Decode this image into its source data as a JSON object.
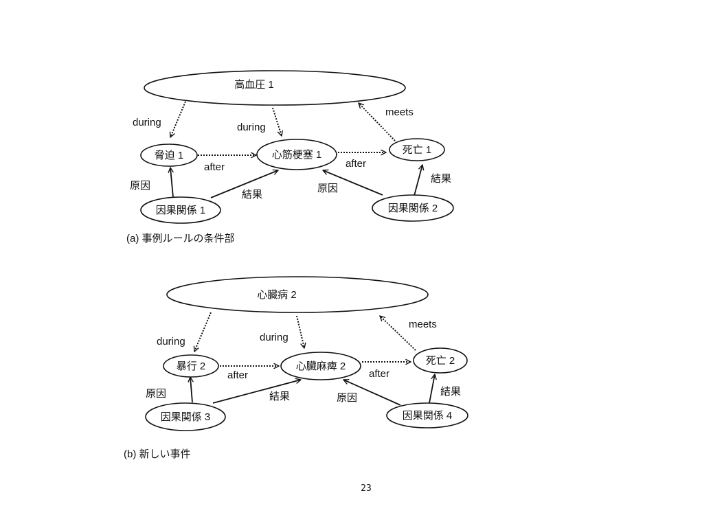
{
  "diagram_a": {
    "caption": "(a) 事例ルールの条件部",
    "nodes": {
      "top": "高血圧 1",
      "threat": "脅迫 1",
      "infarction": "心筋梗塞 1",
      "death": "死亡 1",
      "causal1": "因果関係 1",
      "causal2": "因果関係 2"
    },
    "edges": {
      "during1": "during",
      "during2": "during",
      "meets": "meets",
      "after1": "after",
      "after2": "after",
      "cause1": "原因",
      "effect1": "結果",
      "cause2": "原因",
      "effect2": "結果"
    }
  },
  "diagram_b": {
    "caption": "(b) 新しい事件",
    "nodes": {
      "top": "心臓病 2",
      "violence": "暴行 2",
      "heart_attack": "心臓麻痺 2",
      "death": "死亡 2",
      "causal3": "因果関係 3",
      "causal4": "因果関係 4"
    },
    "edges": {
      "during1": "during",
      "during2": "during",
      "meets": "meets",
      "after1": "after",
      "after2": "after",
      "cause1": "原因",
      "effect1": "結果",
      "cause2": "原因",
      "effect2": "結果"
    }
  },
  "page_number": "23"
}
